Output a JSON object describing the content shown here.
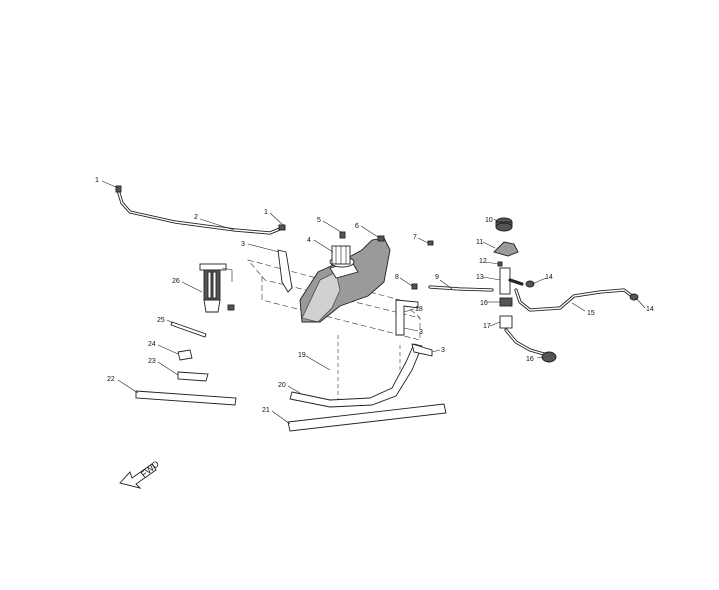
{
  "callouts": {
    "c1a": "1",
    "c1b": "1",
    "c2": "2",
    "c3a": "3",
    "c3b": "3",
    "c3c": "3",
    "c4": "4",
    "c5": "5",
    "c6": "6",
    "c7": "7",
    "c8": "8",
    "c9": "9",
    "c10": "10",
    "c11": "11",
    "c12": "12",
    "c13": "13",
    "c14a": "14",
    "c14b": "14",
    "c15": "15",
    "c16a": "16",
    "c16b": "16",
    "c17": "17",
    "c18": "18",
    "c19": "19",
    "c20": "20",
    "c21": "21",
    "c22": "22",
    "c23": "23",
    "c24": "24",
    "c25": "25",
    "c26": "26"
  },
  "fwd_label": "FWD"
}
